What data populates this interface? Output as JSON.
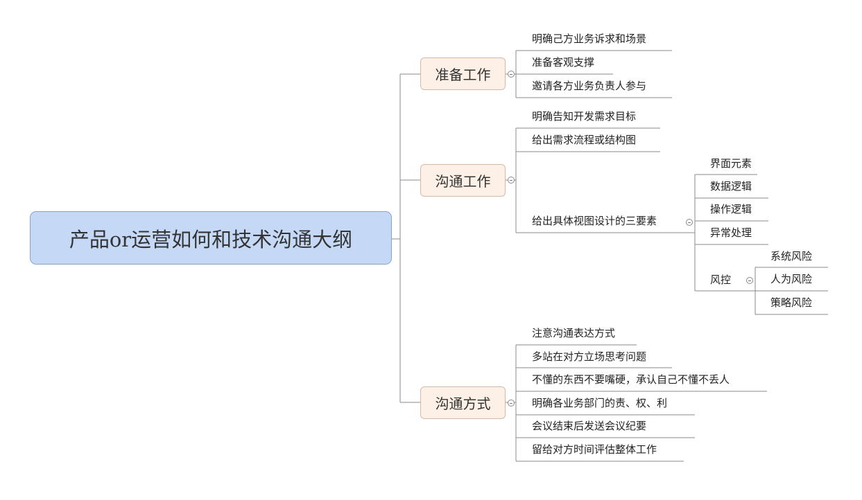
{
  "root": {
    "title": "产品or运营如何和技术沟通大纲"
  },
  "branches": [
    {
      "label": "准备工作",
      "items": [
        "明确己方业务诉求和场景",
        "准备客观支撑",
        "邀请各方业务负责人参与"
      ]
    },
    {
      "label": "沟通工作",
      "items": [
        "明确告知开发需求目标",
        "给出需求流程或结构图",
        "给出具体视图设计的三要素"
      ],
      "sub": {
        "items": [
          "界面元素",
          "数据逻辑",
          "操作逻辑",
          "异常处理",
          "风控"
        ],
        "risk": [
          "系统风险",
          "人为风险",
          "策略风险"
        ]
      }
    },
    {
      "label": "沟通方式",
      "items": [
        "注意沟通表达方式",
        "多站在对方立场思考问题",
        "不懂的东西不要嘴硬，承认自己不懂不丢人",
        "明确各业务部门的责、权、利",
        "会议结束后发送会议纪要",
        "留给对方时间评估整体工作"
      ]
    }
  ]
}
